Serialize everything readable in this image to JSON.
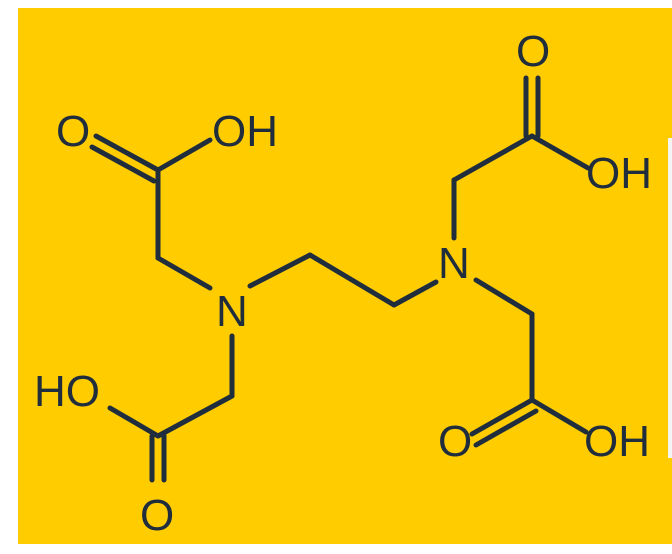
{
  "diagram": {
    "background_color": "#FFCC00",
    "line_color": "#1F2D3D",
    "atoms": {
      "n_left": "N",
      "n_right": "N",
      "tl_o": "O",
      "tl_oh": "OH",
      "bl_ho": "HO",
      "bl_o": "O",
      "tr_o": "O",
      "tr_oh": "OH",
      "br_o": "O",
      "br_oh": "OH"
    }
  }
}
